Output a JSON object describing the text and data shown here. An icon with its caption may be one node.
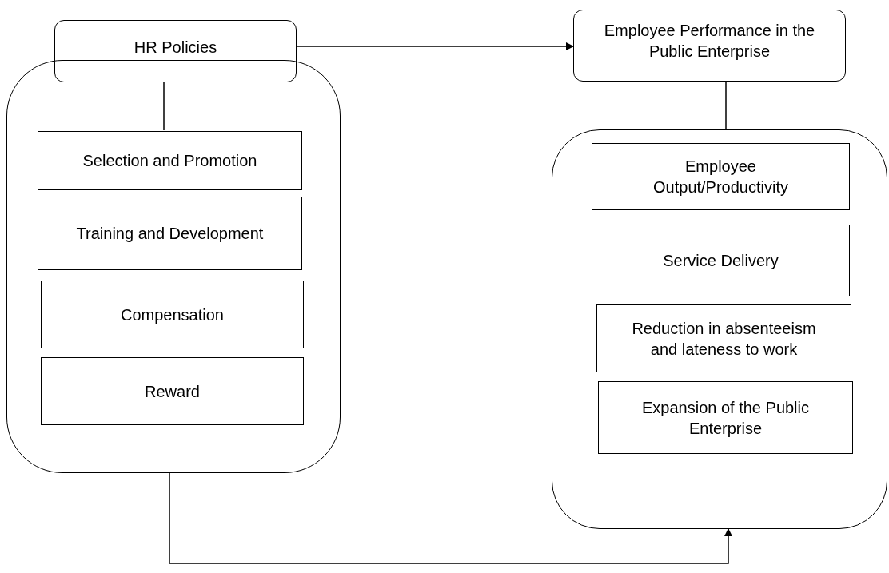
{
  "diagram": {
    "nodes": [
      {
        "text": [
          "HR Policies"
        ]
      },
      {
        "text": [],
        "shape": "box"
      },
      {
        "text": [
          "Selection and Promotion"
        ],
        "in": 1
      },
      {
        "text": [
          "Training and Development"
        ],
        "in": 1
      },
      {
        "text": [
          "Compensation"
        ],
        "in": 1
      },
      {
        "text": [
          "Reward"
        ],
        "in": 1
      },
      {
        "text": [
          "Employee Performance in the Public Enterprise"
        ]
      },
      {
        "text": [],
        "shape": "box"
      },
      {
        "text": [
          "Employee Output/Productivity"
        ],
        "in": 7
      },
      {
        "text": [
          "Service Delivery"
        ],
        "in": 7
      },
      {
        "text": [
          "Reduction in absenteeism and lateness to work"
        ],
        "in": 7
      },
      {
        "text": [
          "Expansion of the Public Enterprise"
        ],
        "in": 7
      }
    ],
    "edges": [
      {
        "from": 0,
        "to": 6,
        "arrow": "to"
      },
      {
        "from": 0,
        "to": 2,
        "arrow": "none"
      },
      {
        "from": 6,
        "to": 7,
        "arrow": "none"
      },
      {
        "from": 1,
        "to": 7,
        "arrow": "to"
      }
    ]
  }
}
